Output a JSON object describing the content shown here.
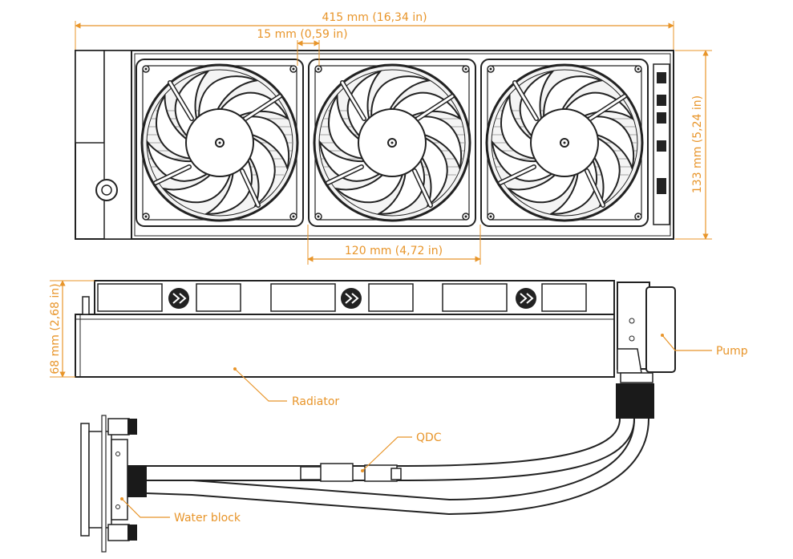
{
  "colors": {
    "accent": "#e8952a",
    "line": "#222222",
    "fill_light": "#f2f2f2",
    "fill_dark": "#1a1a1a"
  },
  "dimensions": {
    "width_total": "415 mm (16,34 in)",
    "fan_gap": "15 mm (0,59 in)",
    "fan_width": "120 mm (4,72 in)",
    "height_top": "133 mm (5,24 in)",
    "thickness": "68 mm (2,68 in)"
  },
  "callouts": {
    "pump": "Pump",
    "radiator": "Radiator",
    "qdc": "QDC",
    "water_block": "Water block"
  }
}
